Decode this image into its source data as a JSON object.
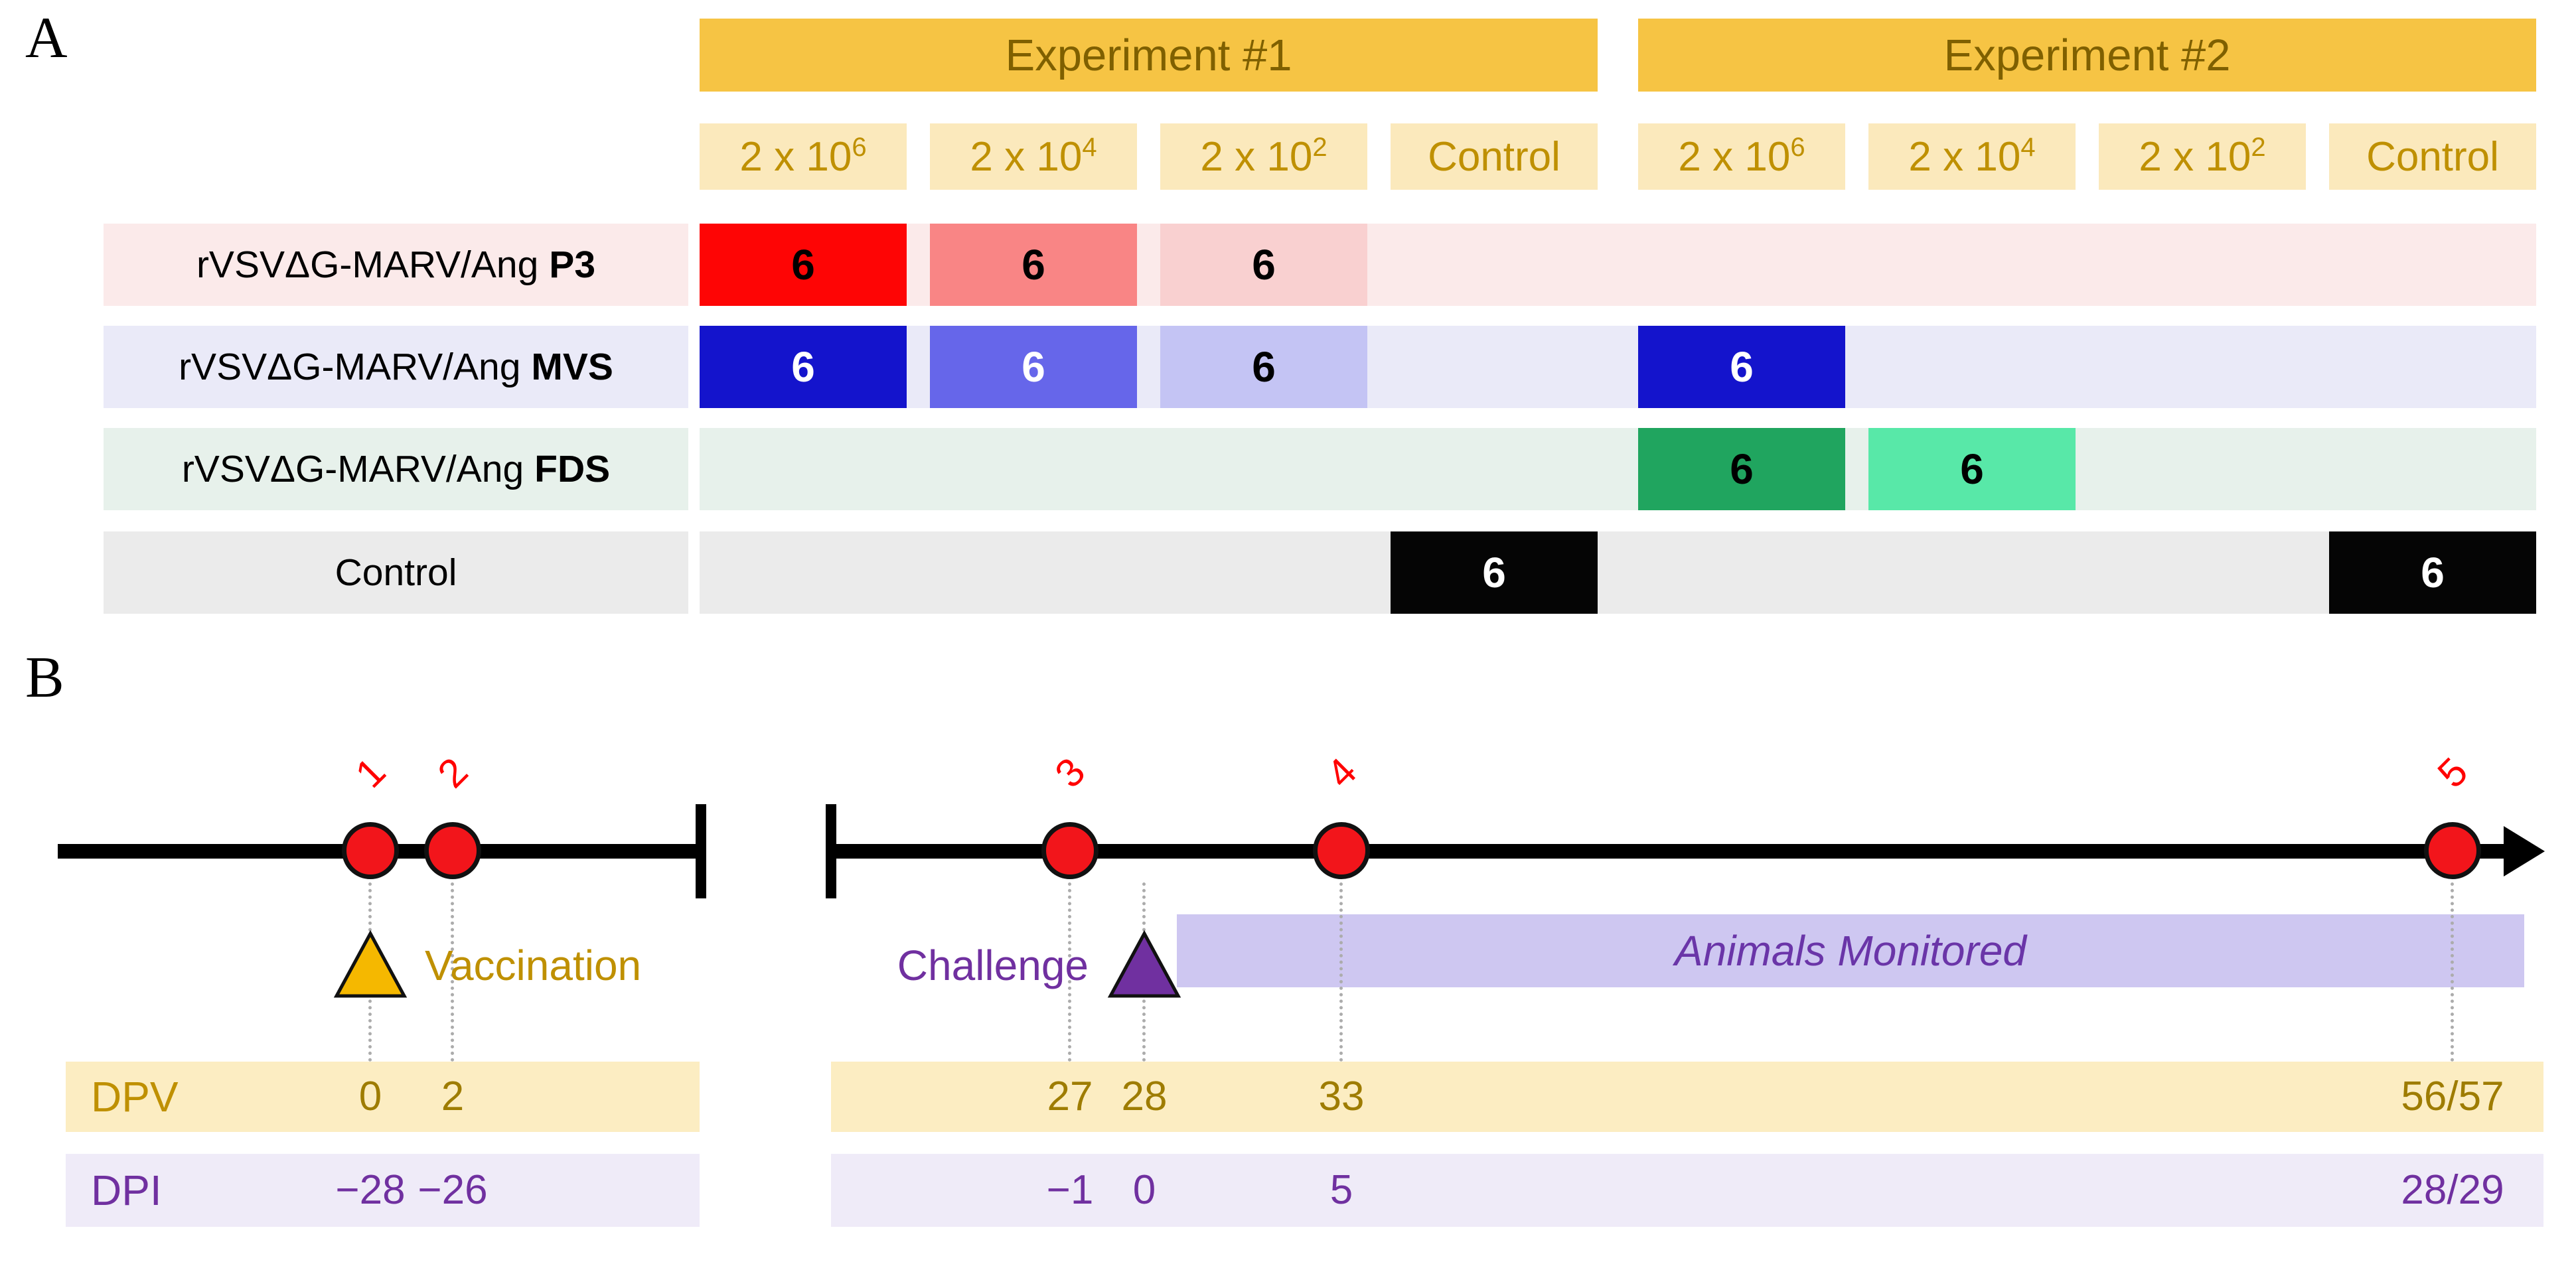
{
  "panelA": {
    "label": "A",
    "experiments": [
      {
        "title": "Experiment #1"
      },
      {
        "title": "Experiment #2"
      }
    ],
    "doses": [
      {
        "base": "2 x 10",
        "sup": "6"
      },
      {
        "base": "2 x 10",
        "sup": "4"
      },
      {
        "base": "2 x 10",
        "sup": "2"
      },
      {
        "base": "Control",
        "sup": ""
      },
      {
        "base": "2 x 10",
        "sup": "6"
      },
      {
        "base": "2 x 10",
        "sup": "4"
      },
      {
        "base": "2 x 10",
        "sup": "2"
      },
      {
        "base": "Control",
        "sup": ""
      }
    ],
    "rows": [
      {
        "name": "rVSVΔG-MARV/Ang",
        "variant": "P3",
        "cells": {
          "c0": "6",
          "c1": "6",
          "c2": "6"
        }
      },
      {
        "name": "rVSVΔG-MARV/Ang",
        "variant": "MVS",
        "cells": {
          "c0": "6",
          "c1": "6",
          "c2": "6",
          "c4": "6"
        }
      },
      {
        "name": "rVSVΔG-MARV/Ang",
        "variant": "FDS",
        "cells": {
          "c4": "6",
          "c5": "6"
        }
      },
      {
        "name": "Control",
        "variant": "",
        "cells": {
          "c3": "6",
          "c7": "6"
        }
      }
    ]
  },
  "panelB": {
    "label": "B",
    "timeline1": {
      "points": [
        {
          "num": "1"
        },
        {
          "num": "2"
        }
      ],
      "event_label": "Vaccination"
    },
    "timeline2": {
      "points": [
        {
          "num": "3"
        },
        {
          "num": "4"
        },
        {
          "num": "5"
        }
      ],
      "event_label": "Challenge",
      "monitored_label": "Animals Monitored"
    },
    "dpv": {
      "label": "DPV",
      "values": [
        "0",
        "2",
        "27",
        "28",
        "33",
        "56/57"
      ]
    },
    "dpi": {
      "label": "DPI",
      "values": [
        "−28",
        "−26",
        "−1",
        "0",
        "5",
        "28/29"
      ]
    }
  },
  "icons": {
    "vaccination_marker": "triangle-up",
    "challenge_marker": "triangle-up",
    "timeline_arrow": "arrow-right",
    "timepoint_marker": "circle"
  },
  "colors": {
    "experiment_header_bg": "#F6C444",
    "experiment_header_text": "#7F6000",
    "dose_header_bg": "#FBE9BC",
    "gold_text": "#BF9000",
    "p3_strong": "#FE0505",
    "p3_medium": "#F98585",
    "p3_light": "#F9D0D0",
    "p3_lane": "#FBEAEA",
    "mvs_strong": "#1414CC",
    "mvs_medium": "#6666EA",
    "mvs_light": "#C4C4F4",
    "mvs_lane": "#EAEAF8",
    "fds_strong": "#20A55F",
    "fds_medium": "#58E8A8",
    "fds_lane": "#E7F1EB",
    "control_cell": "#000000",
    "control_lane": "#EBEBEB",
    "timepoint_fill": "#F2151B",
    "timepoint_number": "#FF0000",
    "vaccination_triangle": "#F5B800",
    "challenge_purple": "#7030A0",
    "monitored_bar_bg": "#CEC7F1",
    "dpv_band_bg": "#FCEDC2",
    "dpv_text": "#9E7C00",
    "dpi_band_bg": "#EFEBF8",
    "dpi_text": "#7030A0"
  }
}
